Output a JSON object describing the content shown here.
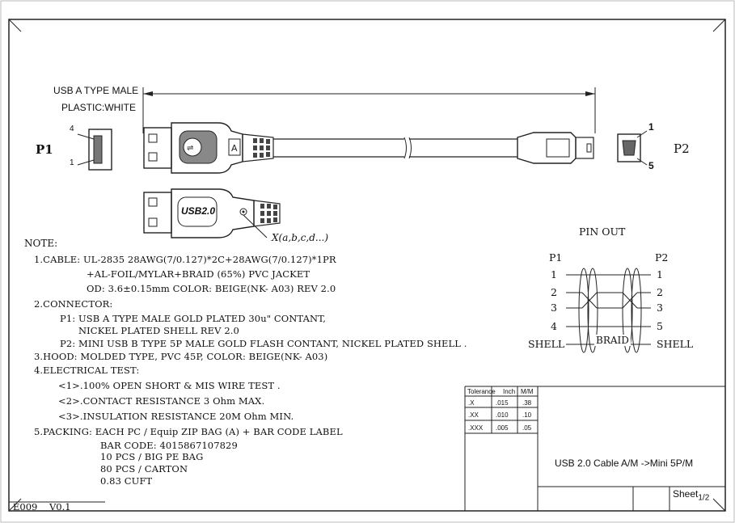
{
  "connector_p1": {
    "label": "P1",
    "type_line": "USB A TYPE MALE",
    "plastic_line": "PLASTIC:WHITE",
    "pin_top": "4",
    "pin_bottom": "1"
  },
  "connector_p2": {
    "label": "P2",
    "pin_top": "1",
    "pin_bottom": "5"
  },
  "logos": {
    "usb20": "USB2.0"
  },
  "callout": "X(a,b,c,d...)",
  "notes": {
    "heading": "NOTE:",
    "lines": [
      "1.CABLE:  UL-2835  28AWG(7/0.127)*2C+28AWG(7/0.127)*1PR",
      "+AL-FOIL/MYLAR+BRAID (65%) PVC JACKET",
      "OD: 3.6±0.15mm  COLOR: BEIGE(NK- A03)  REV 2.0",
      "2.CONNECTOR:",
      "P1: USB A TYPE MALE GOLD PLATED 30u\" CONTANT,",
      "NICKEL PLATED SHELL REV 2.0",
      "P2: MINI USB B TYPE 5P MALE GOLD FLASH CONTANT, NICKEL PLATED SHELL .",
      "3.HOOD:  MOLDED TYPE, PVC 45P, COLOR: BEIGE(NK- A03)",
      "4.ELECTRICAL TEST:",
      "<1>.100% OPEN SHORT & MIS WIRE TEST .",
      "<2>.CONTACT RESISTANCE 3 Ohm MAX.",
      "<3>.INSULATION RESISTANCE 20M Ohm MIN.",
      "5.PACKING:  EACH PC  /  Equip ZIP BAG (A)  +  BAR CODE LABEL",
      "BAR CODE:  4015867107829",
      "10 PCS  /  BIG PE BAG",
      "80 PCS  /  CARTON",
      "0.83  CUFT"
    ]
  },
  "pinout": {
    "title": "PIN OUT",
    "p1_label": "P1",
    "p2_label": "P2",
    "braid_label": "BRAID",
    "p1_pins": [
      "1",
      "2",
      "3",
      "4",
      "SHELL"
    ],
    "p2_pins": [
      "1",
      "2",
      "3",
      "5",
      "SHELL"
    ]
  },
  "title_block": {
    "tolerance_header": [
      "Tolerance",
      "Inch",
      "M/M"
    ],
    "rows": [
      [
        ".X",
        ".015",
        ".38"
      ],
      [
        ".XX",
        ".010",
        ".10"
      ],
      [
        ".XXX",
        ".005",
        ".05"
      ]
    ],
    "title": "USB 2.0 Cable A/M ->Mini 5P/M",
    "sheet_label": "Sheet",
    "sheet_value": "1/2"
  },
  "footer_code": "E009    V0.1"
}
